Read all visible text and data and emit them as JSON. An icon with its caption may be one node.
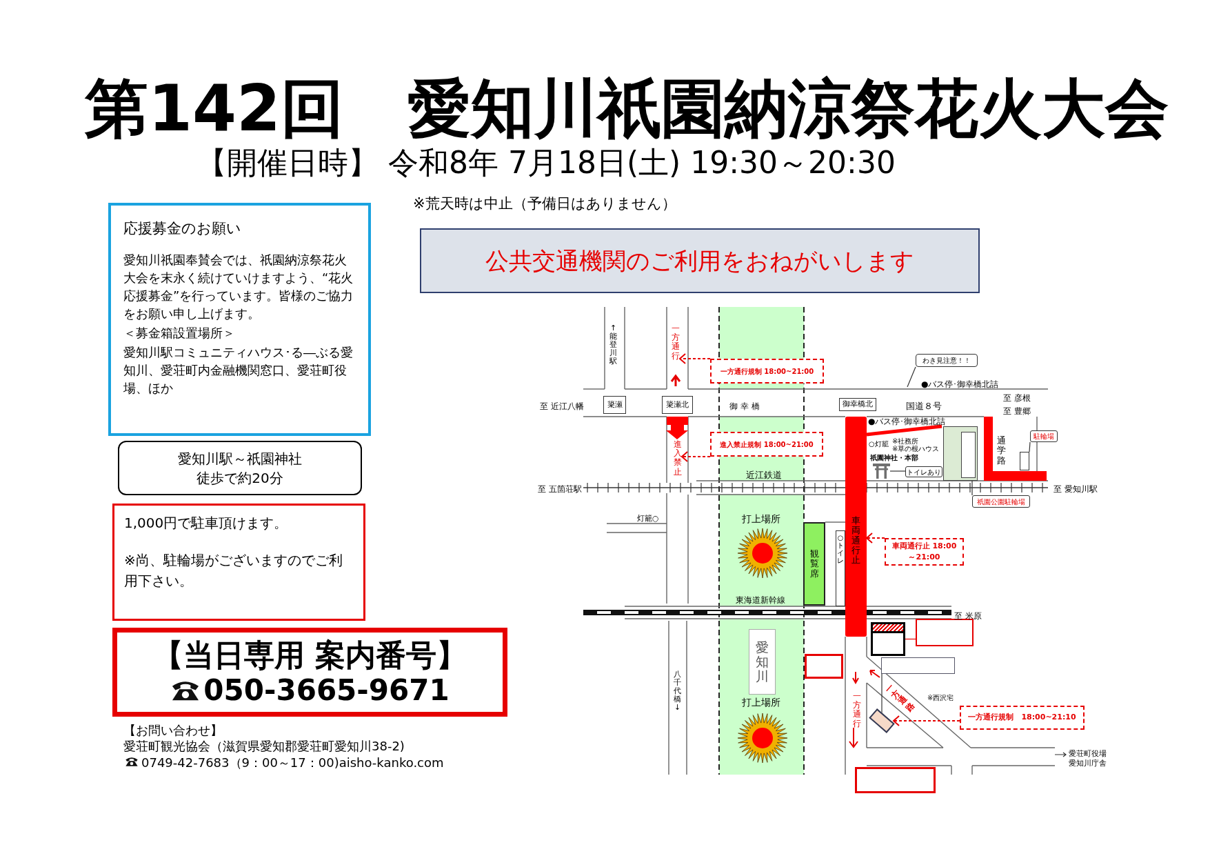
{
  "diagram": {
    "title": "第142回　愛知川祇園納涼祭花火大会",
    "nodes": [
      {
        "text": [
          "応援募金のお願い",
          "愛知川祇園奉賛会では、祇園納涼祭花火大会を末永く続けていけますよう、“花火応援募金”を行っています。皆様のご協力をお願い申し上げます。",
          "＜募金箱設置場所＞",
          "愛知川駅コミュニティハウス･る―ぶる愛知川、愛荘町内金融機関窓口、愛荘町役場、ほか"
        ]
      },
      {
        "text": [
          "愛知川駅～祇園神社徒歩で約20分"
        ]
      },
      {
        "text": [
          "1,000円で駐車頂けます。",
          "※尚、駐輪場がございますのでご利用下さい。"
        ]
      },
      {
        "text": [
          "【当日専用 案内番号】",
          "050-3665-9671"
        ]
      },
      {
        "text": [
          "公共交通機関のご利用をおねがいします"
        ]
      },
      {
        "text": [
          "一方通行規制 18:00~21:00"
        ]
      },
      {
        "text": [
          "わき見注意！！"
        ]
      },
      {
        "text": [
          "簗瀬"
        ]
      },
      {
        "text": [
          "簗瀬北"
        ]
      },
      {
        "text": [
          "御幸橋北"
        ]
      },
      {
        "text": [
          "進入禁止規制 18:00~21:00"
        ]
      },
      {
        "text": [
          "トイレあり"
        ]
      },
      {
        "text": [],
        "shape": "box"
      },
      {
        "text": [],
        "shape": "box",
        "in": 12
      },
      {
        "text": [
          "駐輪場"
        ]
      },
      {
        "text": [],
        "shape": "box"
      },
      {
        "text": [
          "祇園公園駐輪場"
        ]
      },
      {
        "text": [
          "観覧席"
        ]
      },
      {
        "text": [
          "○トイレ"
        ]
      },
      {
        "text": [
          "車両通行止 18:00～21:00"
        ]
      },
      {
        "text": [],
        "shape": "box"
      },
      {
        "text": [],
        "shape": "box"
      },
      {
        "text": [
          "愛知川"
        ]
      },
      {
        "text": [],
        "shape": "box"
      },
      {
        "text": [],
        "shape": "box"
      },
      {
        "text": [],
        "shape": "box"
      },
      {
        "text": [
          "一方通行規制　18:00~21:10"
        ]
      },
      {
        "text": [],
        "shape": "box"
      },
      {
        "text": [],
        "shape": "picture"
      },
      {
        "text": [],
        "shape": "bar"
      },
      {
        "text": [
          "一方通行"
        ]
      },
      {
        "text": [
          "進入禁止"
        ]
      }
    ],
    "edges": [
      {
        "from": 5,
        "to": 30,
        "arrow": "to",
        "style": "dashed"
      },
      {
        "from": 6,
        "to": null,
        "arrow": "none",
        "color": "#333333"
      },
      {
        "from": 10,
        "to": 31,
        "arrow": "to",
        "style": "dashed"
      },
      {
        "from": 11,
        "to": 28,
        "arrow": "none",
        "color": "#333333"
      },
      {
        "from": 14,
        "to": 15,
        "arrow": "none",
        "color": "#333333"
      },
      {
        "from": 16,
        "to": 13,
        "arrow": "none",
        "color": "#333333"
      },
      {
        "from": 19,
        "to": 29,
        "arrow": "to",
        "style": "dashed"
      },
      {
        "from": 20,
        "to": 21,
        "arrow": "none"
      },
      {
        "from": 24,
        "to": 25,
        "arrow": "none",
        "color": "#333333"
      },
      {
        "from": 26,
        "to": 25,
        "arrow": "to",
        "style": "dashed"
      }
    ],
    "labels": [
      "【開催日時】 令和8年 7月18日(土) 19:30～20:30",
      "※荒天時は中止（予備日はありません）",
      "↑能登川駅",
      "至 近江八幡",
      "御 幸 橋",
      "●バス停･御幸橋北詰",
      "国道８号",
      "至 彦根",
      "至 豊郷",
      "●バス停･御幸橋北詰",
      "○灯籠",
      "※社務所",
      "※草の根ハウス",
      "祇園神社・本部",
      "通学路",
      "至 五箇荘駅",
      "近江鉄道",
      "至 愛知川駅",
      "灯籠○",
      "打上場所",
      "車両通行止",
      "東海道新幹線",
      "至 米原",
      "八千代橋↓",
      "一方通行",
      "※西沢宅",
      "一方通路",
      "打上場所",
      "愛荘町役場愛知川庁舎",
      "【お問い合わせ】",
      "愛荘町観光協会（滋賀県愛知郡愛荘町愛知川38-2)",
      "0749-42-7683（9：00～17：00)aisho-kanko.com"
    ]
  }
}
